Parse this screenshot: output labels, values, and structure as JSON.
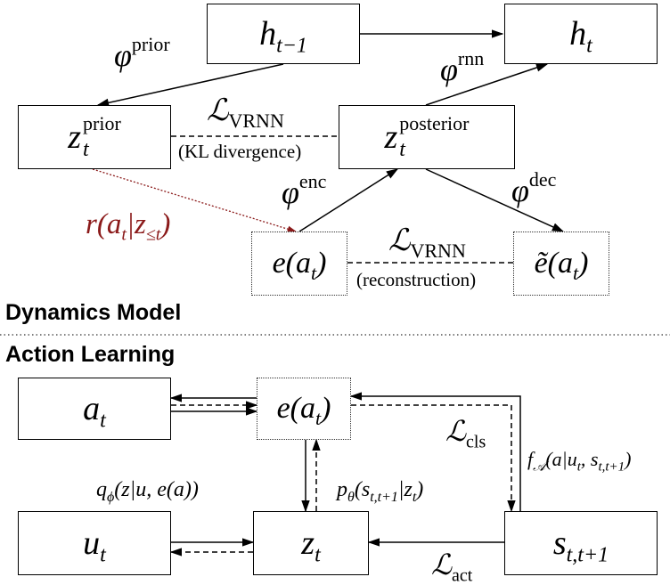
{
  "dynamics": {
    "section_title": "Dynamics Model",
    "h_prev": {
      "base": "h",
      "sub": "t−1"
    },
    "h_t": {
      "base": "h",
      "sub": "t"
    },
    "z_prior": {
      "base": "z",
      "sub": "t",
      "sup": "prior"
    },
    "z_post": {
      "base": "z",
      "sub": "t",
      "sup": "posterior"
    },
    "e_at": "e(a",
    "e_at_close": ")",
    "e_tilde": "ẽ(a",
    "phi_prior": {
      "base": "φ",
      "sup": "prior"
    },
    "phi_rnn": {
      "base": "φ",
      "sup": "rnn"
    },
    "phi_enc": {
      "base": "φ",
      "sup": "enc"
    },
    "phi_dec": {
      "base": "φ",
      "sup": "dec"
    },
    "loss_kl": {
      "base": "ℒ",
      "sub": "VRNN",
      "note": "(KL divergence)"
    },
    "loss_rec": {
      "base": "ℒ",
      "sub": "VRNN",
      "note": "(reconstruction)"
    },
    "r_label": {
      "pre": "r(a",
      "mid": "|z",
      "sub": "≤t",
      "post": ")"
    }
  },
  "action": {
    "section_title": "Action Learning",
    "a_t": {
      "base": "a",
      "sub": "t"
    },
    "e_at": "e(a",
    "u_t": {
      "base": "u",
      "sub": "t"
    },
    "z_t": {
      "base": "z",
      "sub": "t"
    },
    "s_t": {
      "base": "s",
      "sub": "t,t+1"
    },
    "q_label": {
      "pre": "q",
      "sub": "ϕ",
      "post": "(z|u, e(a))"
    },
    "p_label": {
      "pre": "p",
      "sub": "θ",
      "mid": "(s",
      "sub2": "t,t+1",
      "mid2": "|z",
      "sub3": "t",
      "post": ")"
    },
    "f_label": {
      "pre": "f",
      "sub": "𝒜",
      "mid": "(a|u",
      "sub2": "t",
      "mid2": ", s",
      "sub3": "t,t+1",
      "post": ")"
    },
    "loss_cls": {
      "base": "ℒ",
      "sub": "cls"
    },
    "loss_act": {
      "base": "ℒ",
      "sub": "act"
    }
  },
  "colors": {
    "red_path": "#8b1a1a",
    "line": "#000000",
    "dotted_box": "#333333"
  }
}
